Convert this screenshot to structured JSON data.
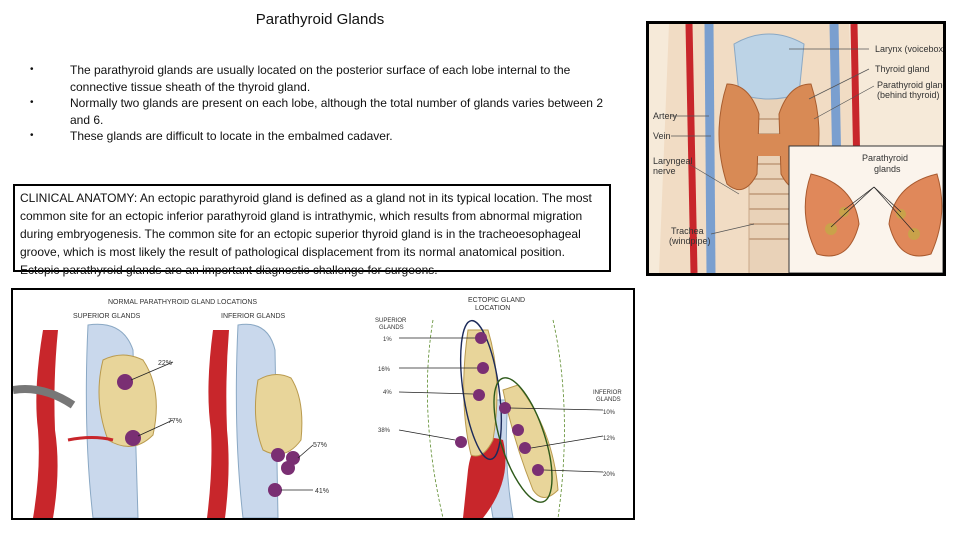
{
  "slide": {
    "title": "Parathyroid Glands",
    "bullets": [
      "The parathyroid glands are usually located on the posterior surface of each lobe internal to the connective tissue sheath of the thyroid gland.",
      "Normally two glands are present on each lobe, although the total number of glands varies between 2 and 6.",
      "These glands are difficult to locate in the embalmed cadaver."
    ],
    "clinical_text": "CLINICAL ANATOMY: An ectopic parathyroid gland is defined as a gland not in its typical location. The most common site for an ectopic inferior parathyroid gland is intrathymic, which results from abnormal migration during embryogenesis. The common site for an ectopic superior thyroid gland is in the tracheoesophageal groove, which is most likely the result of pathological displacement from its normal anatomical position. Ectopic parathyroid glands are an important diagnostic challenge for surgeons."
  },
  "figure_right": {
    "labels": {
      "larynx": "Larynx (voicebox)",
      "thyroid": "Thyroid gland",
      "parathyroid_1": "Parathyroid gland",
      "parathyroid_2": "(behind thyroid)",
      "artery": "Artery",
      "vein": "Vein",
      "laryngeal_1": "Laryngeal",
      "laryngeal_2": "nerve",
      "trachea_1": "Trachea",
      "trachea_2": "(windpipe)",
      "inset_1": "Parathyroid",
      "inset_2": "glands"
    }
  },
  "figure_bottom": {
    "normal_title": "NORMAL PARATHYROID GLAND LOCATIONS",
    "superior_title": "SUPERIOR GLANDS",
    "inferior_title": "INFERIOR GLANDS",
    "sup_pct_a": "22%",
    "sup_pct_b": "77%",
    "inf_pct_a": "57%",
    "inf_pct_b": "41%",
    "ectopic_title_1": "ECTOPIC GLAND",
    "ectopic_title_2": "LOCATION",
    "ectopic_sup_1": "SUPERIOR",
    "ectopic_sup_2": "GLANDS",
    "ectopic_inf_1": "INFERIOR",
    "ectopic_inf_2": "GLANDS",
    "ectopic_left": [
      "1%",
      "16%",
      "4%",
      "38%"
    ],
    "ectopic_right": [
      "10%",
      "12%",
      "20%"
    ]
  },
  "colors": {
    "thyroid": "#d9a26f",
    "gland": "#7a2f73",
    "artery": "#c8262b",
    "trachea": "#b9c9e4",
    "bone": "#e8d59a"
  }
}
